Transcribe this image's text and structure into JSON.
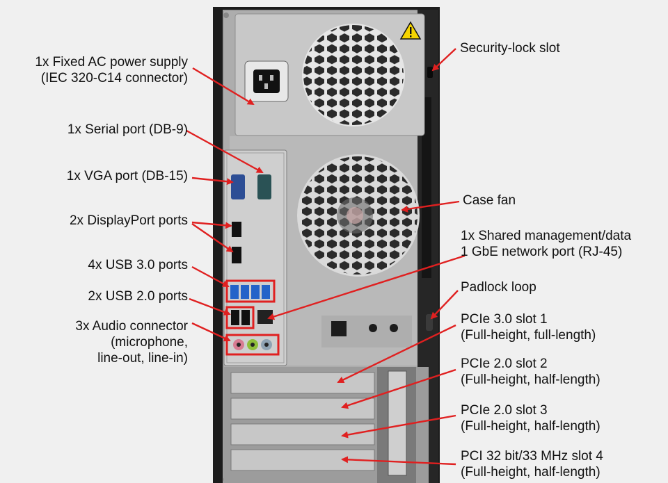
{
  "colors": {
    "background": "#f0f0f0",
    "callout": "#e02020",
    "chassis_dark": "#1c1c1c",
    "panel_gray": "#b9b9b9",
    "label_text": "#111111"
  },
  "icons": {
    "warning": "warning-triangle-icon",
    "fan": "fan-grille-icon",
    "usb": "usb-port-icon",
    "audio": "audio-jack-icon"
  },
  "labels": {
    "power_supply": [
      "1x Fixed AC power supply",
      "(IEC 320-C14 connector)"
    ],
    "serial_port": [
      "1x Serial port (DB-9)"
    ],
    "vga_port": [
      "1x VGA port (DB-15)"
    ],
    "displayport": [
      "2x DisplayPort ports"
    ],
    "usb3": [
      "4x USB 3.0 ports"
    ],
    "usb2": [
      "2x USB 2.0 ports"
    ],
    "audio": [
      "3x Audio connector",
      "(microphone,",
      "line-out, line-in)"
    ],
    "security_lock": [
      "Security-lock slot"
    ],
    "case_fan": [
      "Case fan"
    ],
    "network": [
      "1x Shared management/data",
      "1 GbE network port (RJ-45)"
    ],
    "padlock": [
      "Padlock loop"
    ],
    "pcie_slot1": [
      "PCIe 3.0 slot 1",
      "(Full-height, full-length)"
    ],
    "pcie_slot2": [
      "PCIe 2.0 slot 2",
      "(Full-height, half-length)"
    ],
    "pcie_slot3": [
      "PCIe 2.0 slot 3",
      "(Full-height, half-length)"
    ],
    "pci_slot4": [
      "PCI 32 bit/33 MHz slot 4",
      "(Full-height, half-length)"
    ]
  }
}
